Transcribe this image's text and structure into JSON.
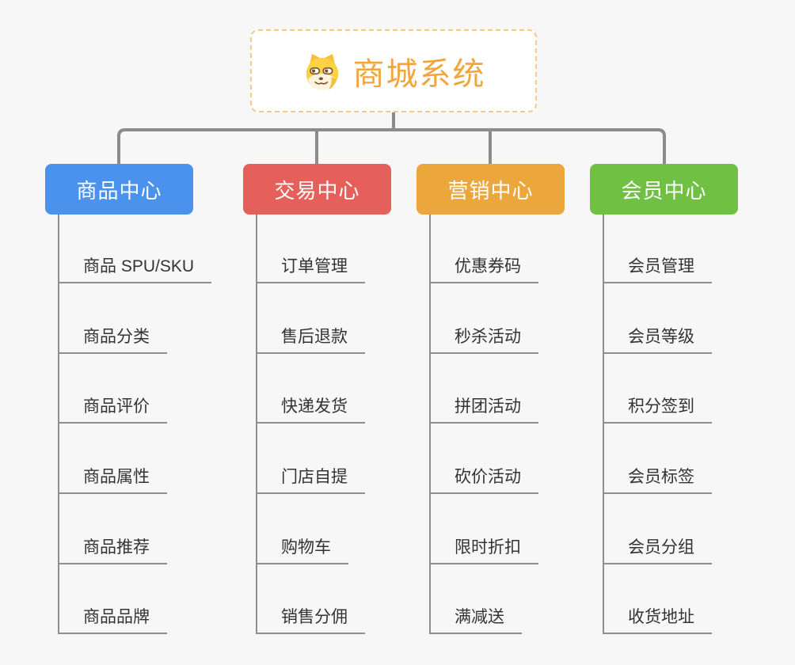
{
  "page": {
    "background_color": "#f7f7f7",
    "connector_color": "#8c8c8c",
    "leaf_line_color": "#8f8f8f"
  },
  "root": {
    "title": "商城系统",
    "title_color": "#f2a53d",
    "border_color": "#f7ca80",
    "icon": "doge-dog-icon"
  },
  "branches": [
    {
      "label": "商品中心",
      "color": "#4b92ec",
      "children": [
        "商品 SPU/SKU",
        "商品分类",
        "商品评价",
        "商品属性",
        "商品推荐",
        "商品品牌"
      ]
    },
    {
      "label": "交易中心",
      "color": "#e5605a",
      "children": [
        "订单管理",
        "售后退款",
        "快递发货",
        "门店自提",
        "购物车",
        "销售分佣"
      ]
    },
    {
      "label": "营销中心",
      "color": "#eba63c",
      "children": [
        "优惠券码",
        "秒杀活动",
        "拼团活动",
        "砍价活动",
        "限时折扣",
        "满减送"
      ]
    },
    {
      "label": "会员中心",
      "color": "#70c043",
      "children": [
        "会员管理",
        "会员等级",
        "积分签到",
        "会员标签",
        "会员分组",
        "收货地址"
      ]
    }
  ]
}
